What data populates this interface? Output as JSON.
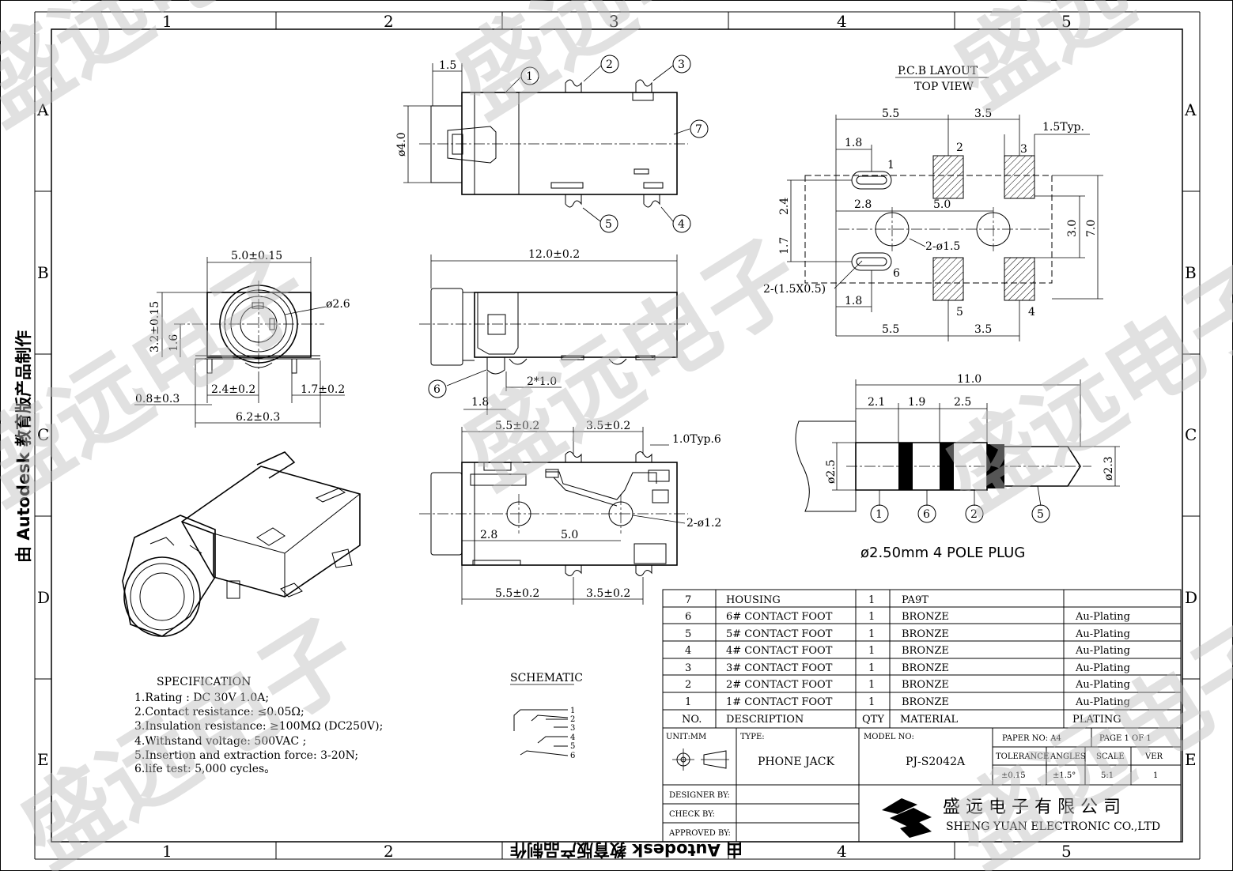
{
  "border": {
    "columns": [
      "1",
      "2",
      "3",
      "4",
      "5"
    ],
    "rows": [
      "A",
      "B",
      "C",
      "D",
      "E"
    ],
    "autodesk_side": "由 Autodesk 教育版产品制作",
    "autodesk_bottom": "由 Autodesk 教育版产品制作"
  },
  "watermark": "盛远电子",
  "pcb": {
    "title": "P.C.B LAYOUT",
    "subtitle": "TOP VIEW",
    "dims": [
      "5.5",
      "3.5",
      "1.5Typ.",
      "1.8",
      "2.4",
      "2.8",
      "5.0",
      "3.0",
      "7.0",
      "1.7",
      "2-ø1.5",
      "2-(1.5X0.5)",
      "1.8",
      "5.5",
      "3.5"
    ],
    "pins": [
      "1",
      "2",
      "3",
      "6",
      "5",
      "4"
    ]
  },
  "top_view": {
    "dims": [
      "1.5",
      "ø4.0"
    ],
    "callouts": [
      "1",
      "2",
      "3",
      "7",
      "5",
      "4"
    ]
  },
  "front_view": {
    "dims": [
      "5.0±0.15",
      "ø2.6",
      "3.2±0.15",
      "1.6",
      "0.8±0.3",
      "2.4±0.2",
      "1.7±0.2",
      "6.2±0.3"
    ]
  },
  "side_view": {
    "dims": [
      "12.0±0.2",
      "2*1.0",
      "1.8"
    ],
    "callouts": [
      "6"
    ]
  },
  "bottom_view": {
    "dims": [
      "5.5±0.2",
      "3.5±0.2",
      "1.0Typ.6",
      "2-ø1.2",
      "2.8",
      "5.0",
      "5.5±0.2",
      "3.5±0.2"
    ]
  },
  "plug": {
    "dims": [
      "11.0",
      "2.1",
      "1.9",
      "2.5",
      "ø2.5",
      "ø2.3"
    ],
    "callouts": [
      "1",
      "6",
      "2",
      "5"
    ],
    "caption": "ø2.50mm  4  POLE  PLUG"
  },
  "specification": {
    "title": "SPECIFICATION",
    "items": [
      "1.Rating : DC 30V 1.0A;",
      "2.Contact resistance: ≤0.05Ω;",
      "3.Insulation resistance: ≥100MΩ  (DC250V);",
      "4.Withstand voltage: 500VAC ;",
      "5.Insertion and extraction force: 3-20N;",
      "6.life test: 5,000 cycles。"
    ]
  },
  "schematic": {
    "title": "SCHEMATIC",
    "pins": [
      "1",
      "2",
      "3",
      "4",
      "5",
      "6"
    ]
  },
  "bom": {
    "header": {
      "no": "NO.",
      "description": "DESCRIPTION",
      "qty": "QTY",
      "material": "MATERIAL",
      "plating": "PLATING"
    },
    "rows": [
      {
        "no": "7",
        "description": "HOUSING",
        "qty": "1",
        "material": "PA9T",
        "plating": ""
      },
      {
        "no": "6",
        "description": "6# CONTACT FOOT",
        "qty": "1",
        "material": "BRONZE",
        "plating": "Au-Plating"
      },
      {
        "no": "5",
        "description": "5# CONTACT FOOT",
        "qty": "1",
        "material": "BRONZE",
        "plating": "Au-Plating"
      },
      {
        "no": "4",
        "description": "4# CONTACT FOOT",
        "qty": "1",
        "material": "BRONZE",
        "plating": "Au-Plating"
      },
      {
        "no": "3",
        "description": "3# CONTACT FOOT",
        "qty": "1",
        "material": "BRONZE",
        "plating": "Au-Plating"
      },
      {
        "no": "2",
        "description": "2# CONTACT FOOT",
        "qty": "1",
        "material": "BRONZE",
        "plating": "Au-Plating"
      },
      {
        "no": "1",
        "description": "1# CONTACT FOOT",
        "qty": "1",
        "material": "BRONZE",
        "plating": "Au-Plating"
      }
    ]
  },
  "title_block": {
    "unit": "UNIT:MM",
    "type_label": "TYPE:",
    "type_value": "PHONE  JACK",
    "model_label": "MODEL NO:",
    "model_value": "PJ-S2042A",
    "paper": "PAPER NO: A4",
    "page": "PAGE  1  OF  1",
    "tolerance_label": "TOLERANCE",
    "angles_label": "ANGLES",
    "scale_label": "SCALE",
    "ver_label": "VER",
    "tolerance_value": "±0.15",
    "angles_value": "±1.5°",
    "scale_value": "5:1",
    "ver_value": "1",
    "designer": "DESIGNER  BY:",
    "check": "CHECK    BY:",
    "approved": "APPROVED BY:",
    "company_cn": "盛 远 电 子 有 限 公 司",
    "company_en": "SHENG YUAN ELECTRONIC CO.,LTD"
  }
}
